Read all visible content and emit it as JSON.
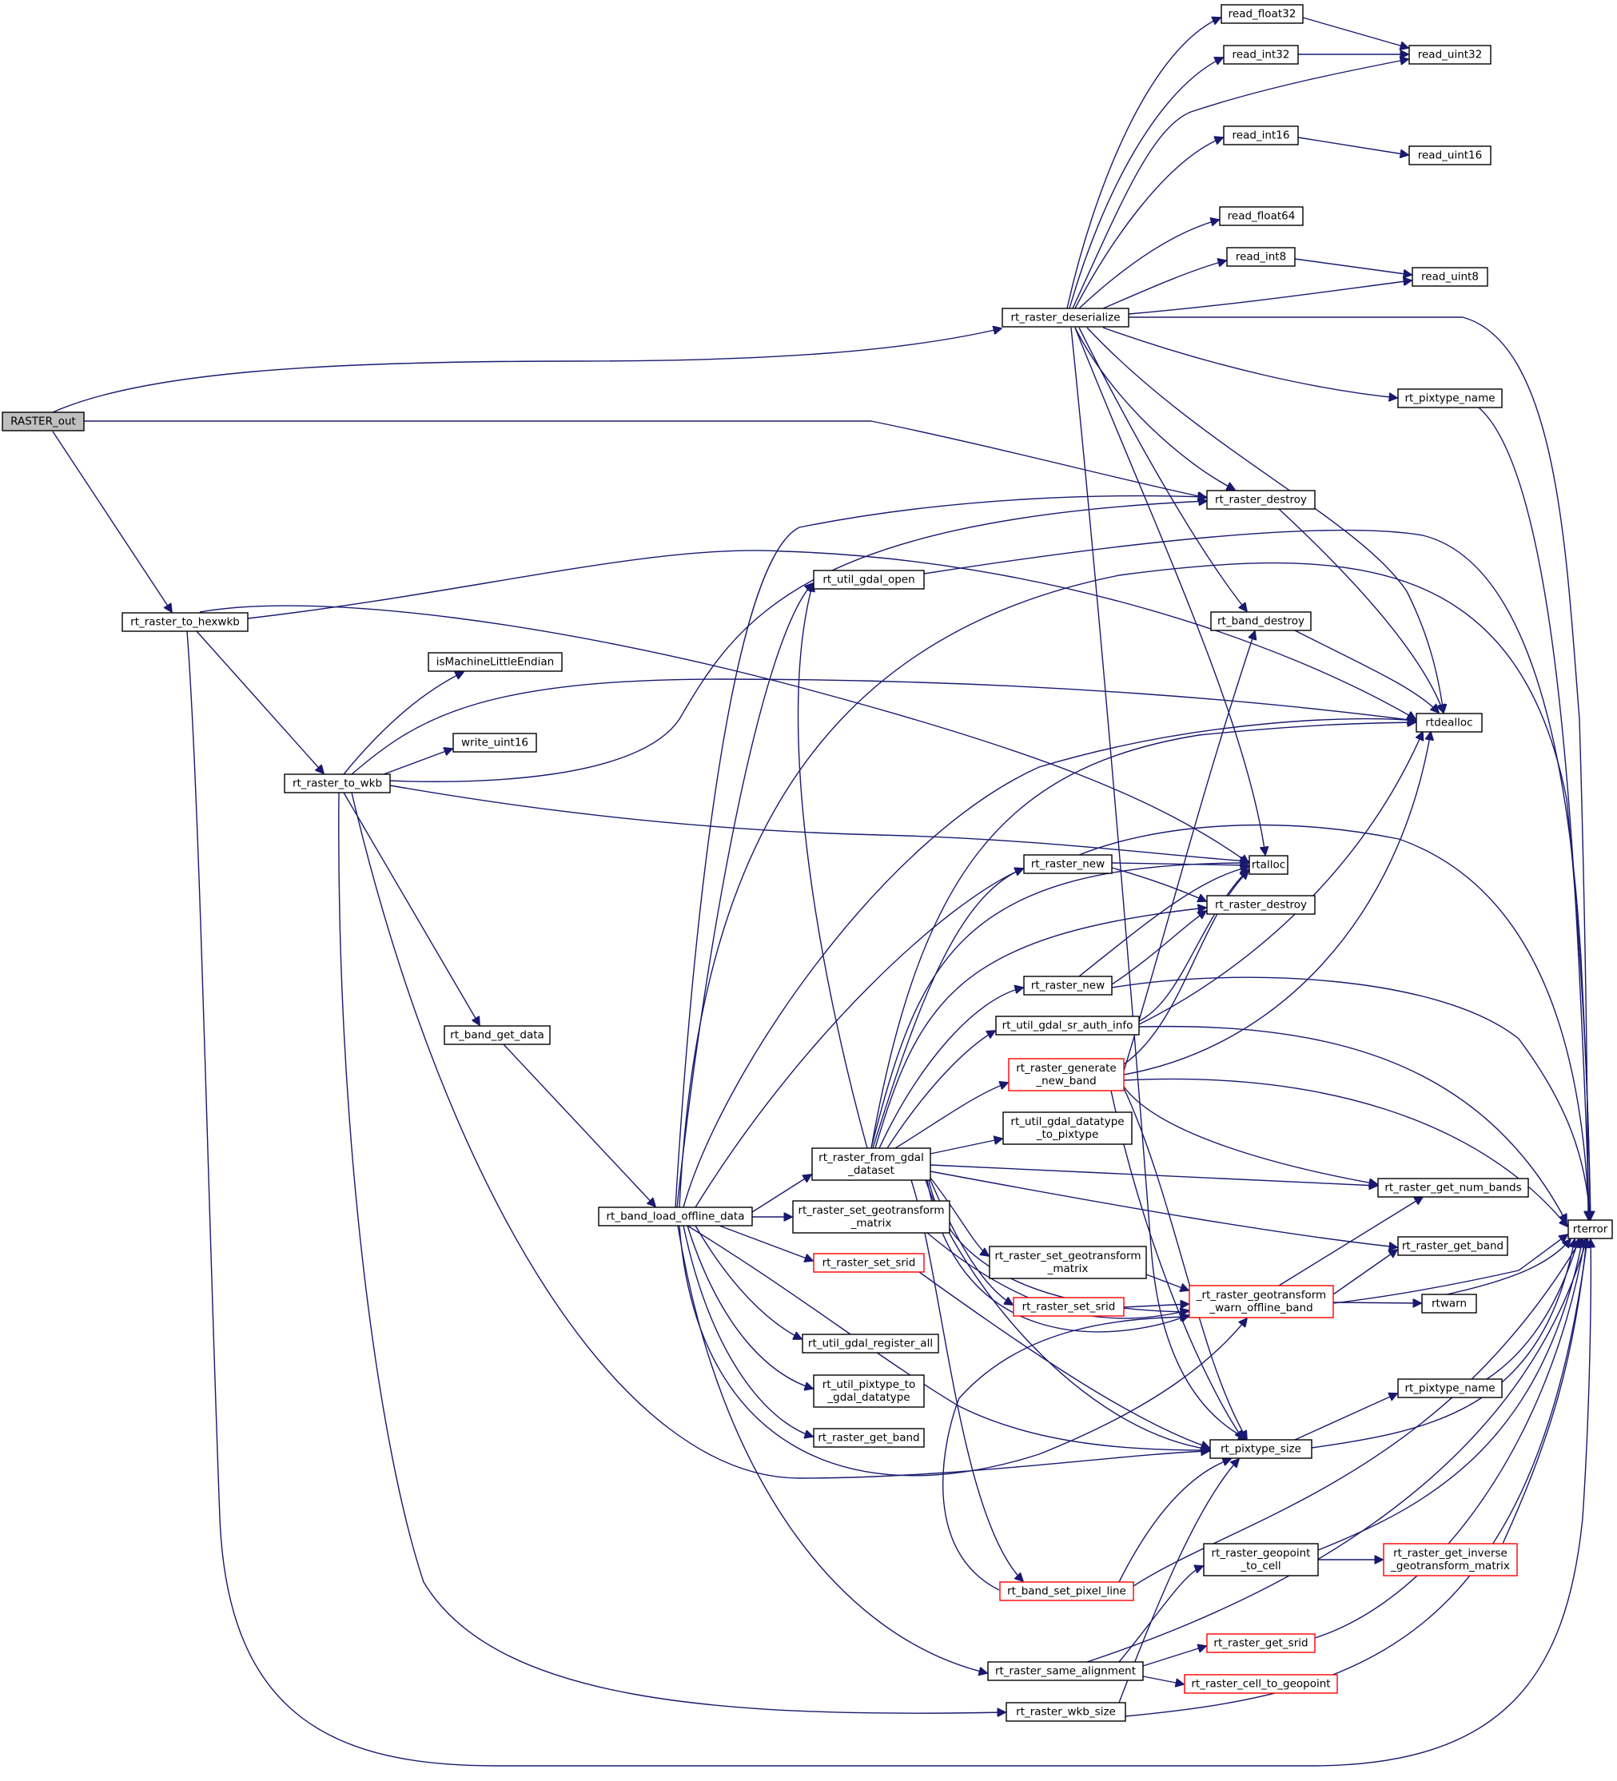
{
  "diagram": {
    "type": "call-graph",
    "colors": {
      "edge": "#191970",
      "node_border": "#000000",
      "node_border_incomplete": "#ff0000",
      "root_fill": "#bfbfbf",
      "background": "#ffffff"
    },
    "nodes": [
      {
        "id": "RASTER_out",
        "lines": [
          "RASTER_out"
        ],
        "root": true
      },
      {
        "id": "rt_raster_deserialize",
        "lines": [
          "rt_raster_deserialize"
        ]
      },
      {
        "id": "read_float32",
        "lines": [
          "read_float32"
        ]
      },
      {
        "id": "read_int32",
        "lines": [
          "read_int32"
        ]
      },
      {
        "id": "read_uint32",
        "lines": [
          "read_uint32"
        ]
      },
      {
        "id": "read_int16",
        "lines": [
          "read_int16"
        ]
      },
      {
        "id": "read_uint16",
        "lines": [
          "read_uint16"
        ]
      },
      {
        "id": "read_float64",
        "lines": [
          "read_float64"
        ]
      },
      {
        "id": "read_int8",
        "lines": [
          "read_int8"
        ]
      },
      {
        "id": "read_uint8",
        "lines": [
          "read_uint8"
        ]
      },
      {
        "id": "rt_pixtype_name_1",
        "lines": [
          "rt_pixtype_name"
        ]
      },
      {
        "id": "rt_raster_destroy_1",
        "lines": [
          "rt_raster_destroy"
        ]
      },
      {
        "id": "rt_util_gdal_open",
        "lines": [
          "rt_util_gdal_open"
        ]
      },
      {
        "id": "rt_raster_to_hexwkb",
        "lines": [
          "rt_raster_to_hexwkb"
        ]
      },
      {
        "id": "rt_band_destroy",
        "lines": [
          "rt_band_destroy"
        ]
      },
      {
        "id": "isMachineLittleEndian",
        "lines": [
          "isMachineLittleEndian"
        ]
      },
      {
        "id": "rtdealloc",
        "lines": [
          "rtdealloc"
        ]
      },
      {
        "id": "write_uint16",
        "lines": [
          "write_uint16"
        ]
      },
      {
        "id": "rt_raster_to_wkb",
        "lines": [
          "rt_raster_to_wkb"
        ]
      },
      {
        "id": "rt_raster_new_1",
        "lines": [
          "rt_raster_new"
        ]
      },
      {
        "id": "rtalloc",
        "lines": [
          "rtalloc"
        ]
      },
      {
        "id": "rt_raster_destroy_2",
        "lines": [
          "rt_raster_destroy"
        ]
      },
      {
        "id": "rt_raster_new_2",
        "lines": [
          "rt_raster_new"
        ]
      },
      {
        "id": "rt_util_gdal_sr_auth_info",
        "lines": [
          "rt_util_gdal_sr_auth_info"
        ]
      },
      {
        "id": "rt_band_get_data",
        "lines": [
          "rt_band_get_data"
        ]
      },
      {
        "id": "rt_raster_generate_new_band",
        "lines": [
          "rt_raster_generate",
          "_new_band"
        ],
        "incomplete": true
      },
      {
        "id": "rt_util_gdal_datatype_to_pixtype",
        "lines": [
          "rt_util_gdal_datatype",
          "_to_pixtype"
        ]
      },
      {
        "id": "rt_raster_from_gdal_dataset",
        "lines": [
          "rt_raster_from_gdal",
          "_dataset"
        ]
      },
      {
        "id": "rt_raster_get_num_bands",
        "lines": [
          "rt_raster_get_num_bands"
        ]
      },
      {
        "id": "rt_band_load_offline_data",
        "lines": [
          "rt_band_load_offline_data"
        ]
      },
      {
        "id": "rt_raster_set_geotransform_matrix_1",
        "lines": [
          "rt_raster_set_geotransform",
          "_matrix"
        ]
      },
      {
        "id": "rterror",
        "lines": [
          "rterror"
        ]
      },
      {
        "id": "rt_raster_get_band_1",
        "lines": [
          "rt_raster_get_band"
        ]
      },
      {
        "id": "rt_raster_set_srid_1",
        "lines": [
          "rt_raster_set_srid"
        ],
        "incomplete": true
      },
      {
        "id": "rt_raster_set_geotransform_matrix_2",
        "lines": [
          "rt_raster_set_geotransform",
          "_matrix"
        ]
      },
      {
        "id": "rt_raster_geotransform_warn_offline_band",
        "lines": [
          "_rt_raster_geotransform",
          "_warn_offline_band"
        ],
        "incomplete": true
      },
      {
        "id": "rt_raster_set_srid_2",
        "lines": [
          "rt_raster_set_srid"
        ],
        "incomplete": true
      },
      {
        "id": "rtwarn",
        "lines": [
          "rtwarn"
        ]
      },
      {
        "id": "rt_util_gdal_register_all",
        "lines": [
          "rt_util_gdal_register_all"
        ]
      },
      {
        "id": "rt_pixtype_name_2",
        "lines": [
          "rt_pixtype_name"
        ]
      },
      {
        "id": "rt_util_pixtype_to_gdal_datatype",
        "lines": [
          "rt_util_pixtype_to",
          "_gdal_datatype"
        ]
      },
      {
        "id": "rt_raster_get_band_2",
        "lines": [
          "rt_raster_get_band"
        ]
      },
      {
        "id": "rt_pixtype_size",
        "lines": [
          "rt_pixtype_size"
        ]
      },
      {
        "id": "rt_raster_geopoint_to_cell",
        "lines": [
          "rt_raster_geopoint",
          "_to_cell"
        ]
      },
      {
        "id": "rt_raster_get_inverse_geotransform_matrix",
        "lines": [
          "rt_raster_get_inverse",
          "_geotransform_matrix"
        ],
        "incomplete": true
      },
      {
        "id": "rt_band_set_pixel_line",
        "lines": [
          "rt_band_set_pixel_line"
        ],
        "incomplete": true
      },
      {
        "id": "rt_raster_get_srid",
        "lines": [
          "rt_raster_get_srid"
        ],
        "incomplete": true
      },
      {
        "id": "rt_raster_same_alignment",
        "lines": [
          "rt_raster_same_alignment"
        ]
      },
      {
        "id": "rt_raster_cell_to_geopoint",
        "lines": [
          "rt_raster_cell_to_geopoint"
        ],
        "incomplete": true
      },
      {
        "id": "rt_raster_wkb_size",
        "lines": [
          "rt_raster_wkb_size"
        ]
      }
    ]
  }
}
